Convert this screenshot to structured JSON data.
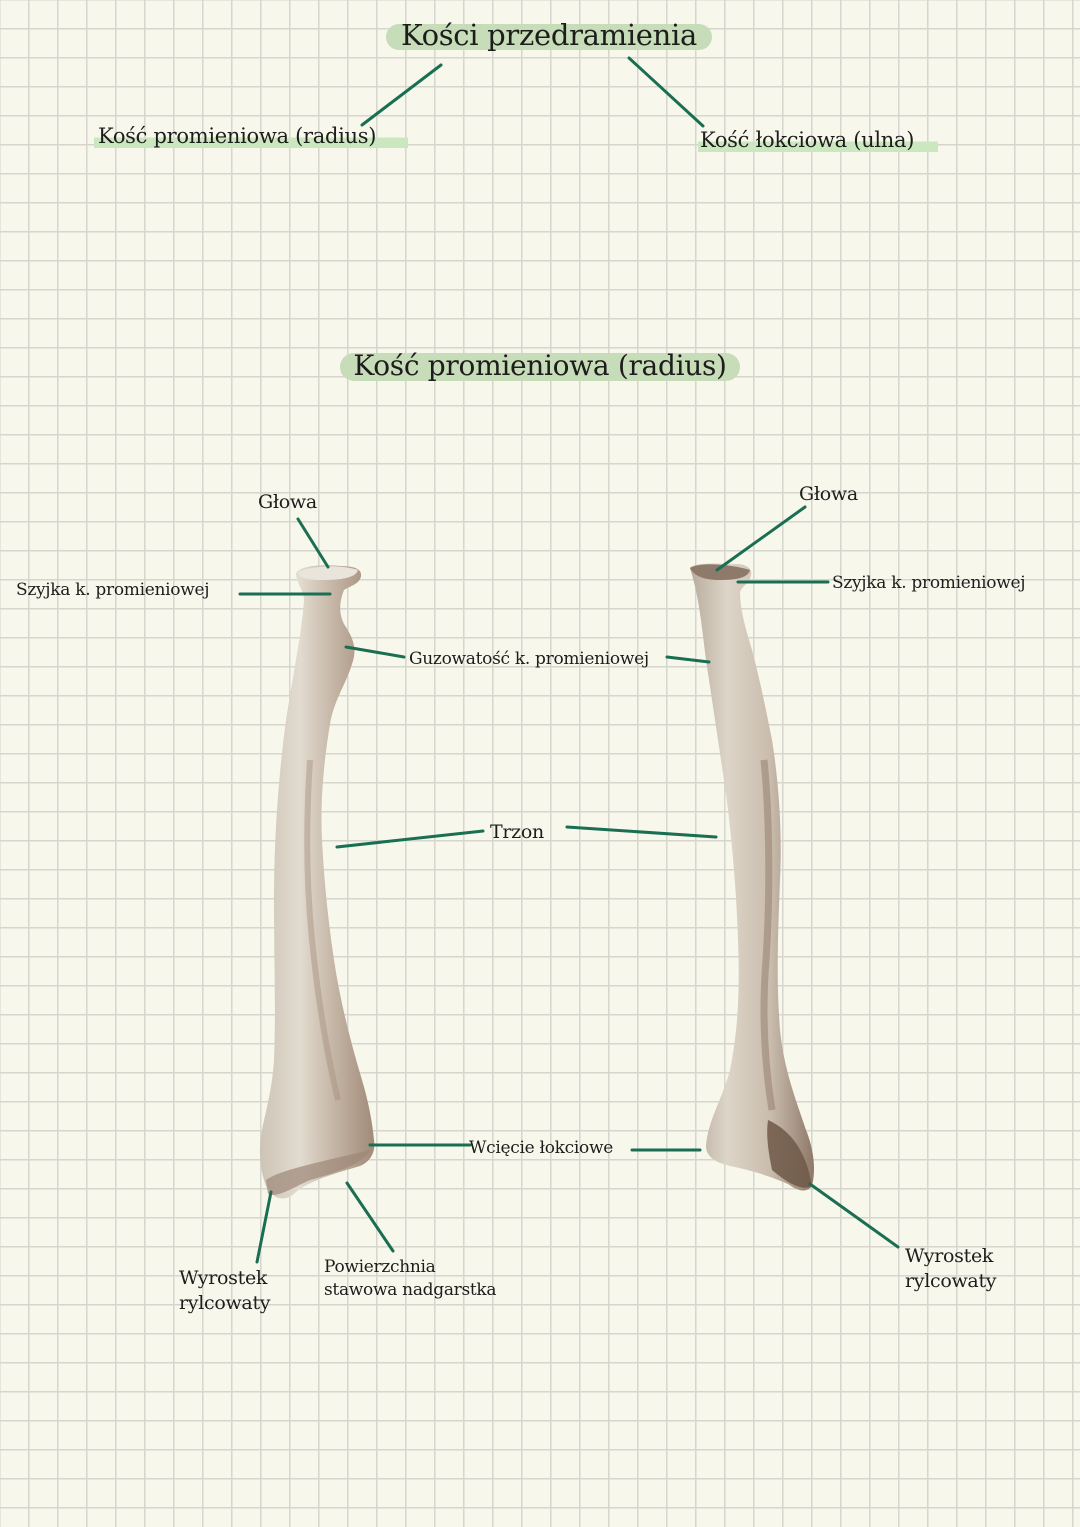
{
  "header": {
    "title": "Kości przedramienia",
    "branches": [
      {
        "label": "Kość promieniowa (radius)"
      },
      {
        "label": "Kość łokciowa (ulna)"
      }
    ]
  },
  "section": {
    "title": "Kość promieniowa (radius)"
  },
  "labels": {
    "head_left": "Głowa",
    "head_right": "Głowa",
    "neck_left": "Szyjka k. promieniowej",
    "neck_right": "Szyjka k. promieniowej",
    "tuberosity": "Guzowatość k. promieniowej",
    "shaft": "Trzon",
    "ulnar_notch": "Wcięcie łokciowe",
    "styloid_left_line1": "Wyrostek",
    "styloid_left_line2": "rylcowaty",
    "carpal_surface_line1": "Powierzchnia",
    "carpal_surface_line2": "stawowa nadgarstka",
    "styloid_right_line1": "Wyrostek",
    "styloid_right_line2": "rylcowaty"
  },
  "colors": {
    "paper": "#f7f7ec",
    "grid": "#d6d6cf",
    "leader_line": "#1a6e52",
    "title_highlight": "#c7dcb8",
    "text_highlight": "#cbe7bf",
    "bone_light": "#d8d0c3",
    "bone_dark": "#8d7565"
  },
  "figures": [
    {
      "name": "radius-anterior-view"
    },
    {
      "name": "radius-posterior-view"
    }
  ]
}
